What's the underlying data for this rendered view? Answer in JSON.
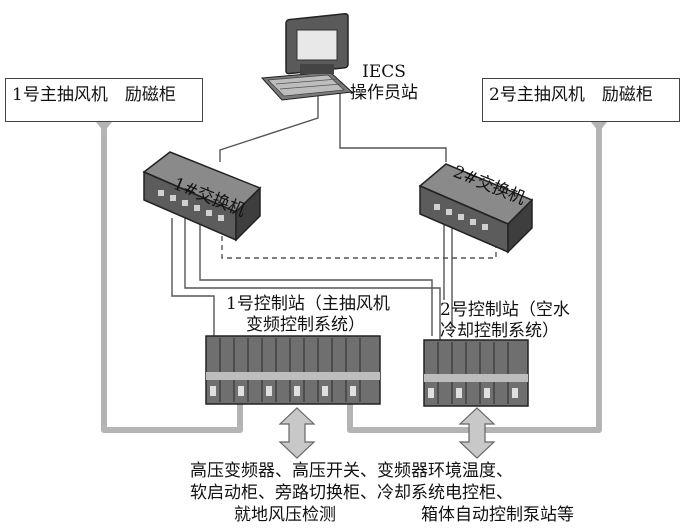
{
  "operator_station": {
    "line1": "IECS",
    "line2": "操作员站"
  },
  "exciter_cabinet_1": "1号主抽风机　励磁柜",
  "exciter_cabinet_2": "2号主抽风机　励磁柜",
  "switch_1": "1#交换机",
  "switch_2": "2#交换机",
  "control_station_1": {
    "line1": "1号控制站（主抽风机",
    "line2": "变频控制系统）"
  },
  "control_station_2": {
    "line1": "2号控制站（空水",
    "line2": "冷却控制系统）"
  },
  "field_devices": {
    "line1": "高压变频器、高压开关、变频器环境温度、",
    "line2": "软启动柜、旁路切换柜、冷却系统电控柜、",
    "line3": "就地风压检测　　　　　箱体自动控制泵站等"
  },
  "colors": {
    "bus": "#b4b4b4",
    "line": "#555555",
    "device": "#6f6f6f"
  },
  "icons": [
    "computer-icon",
    "network-switch-icon",
    "plc-rack-icon",
    "double-arrow-icon"
  ]
}
